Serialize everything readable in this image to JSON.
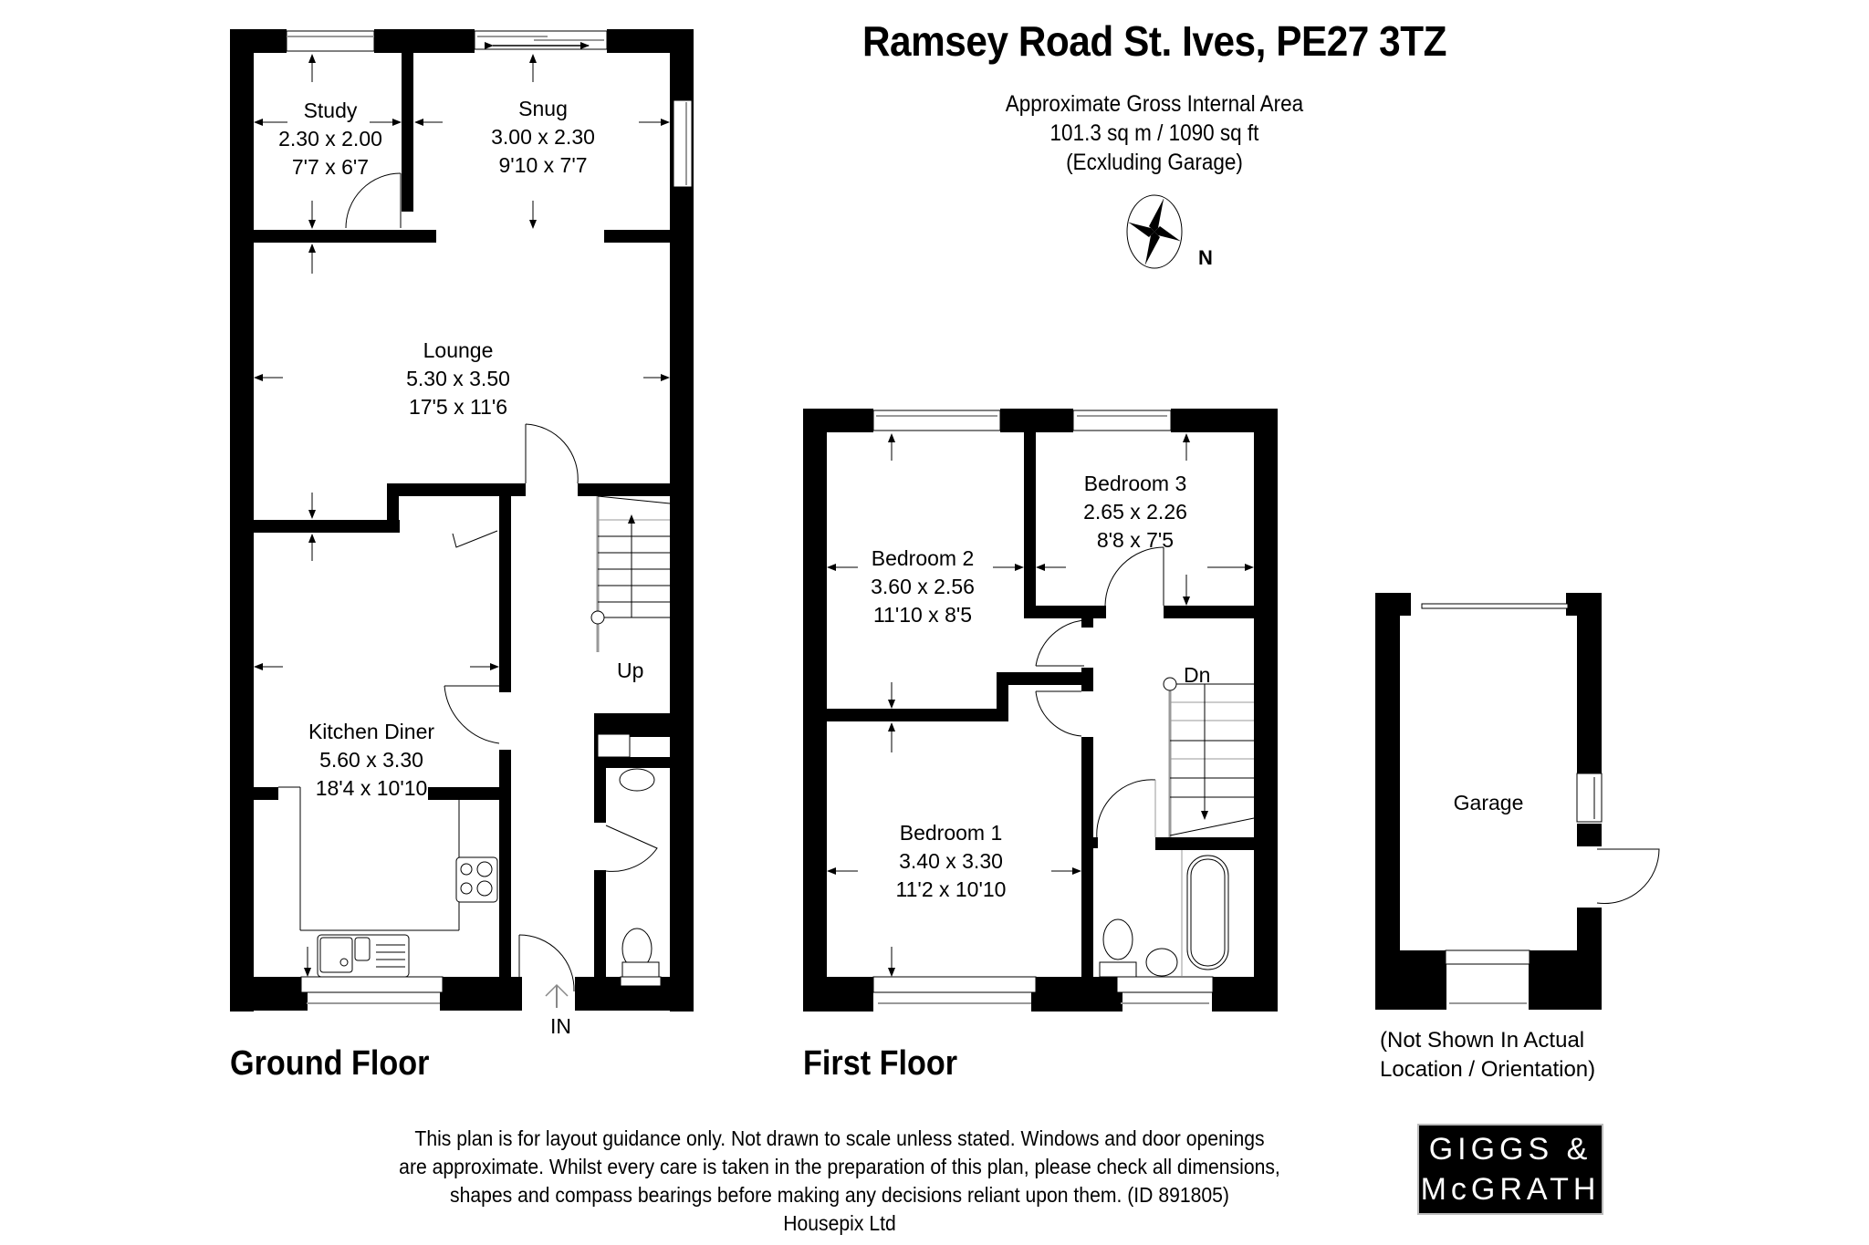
{
  "header": {
    "title": "Ramsey Road St. Ives, PE27 3TZ",
    "area_line1": "Approximate Gross Internal Area",
    "area_line2": "101.3 sq m / 1090 sq ft",
    "area_line3": "(Ecxluding Garage)",
    "compass_label": "N"
  },
  "ground_floor": {
    "label": "Ground Floor",
    "rooms": [
      {
        "name": "Study",
        "metric": "2.30 x 2.00",
        "imperial": "7'7 x 6'7"
      },
      {
        "name": "Snug",
        "metric": "3.00 x 2.30",
        "imperial": "9'10 x 7'7"
      },
      {
        "name": "Lounge",
        "metric": "5.30 x 3.50",
        "imperial": "17'5 x 11'6"
      },
      {
        "name": "Kitchen Diner",
        "metric": "5.60 x 3.30",
        "imperial": "18'4 x 10'10"
      }
    ],
    "stairs_label": "Up",
    "entrance_label": "IN"
  },
  "first_floor": {
    "label": "First Floor",
    "rooms": [
      {
        "name": "Bedroom 2",
        "metric": "3.60 x 2.56",
        "imperial": "11'10 x 8'5"
      },
      {
        "name": "Bedroom 3",
        "metric": "2.65 x 2.26",
        "imperial": "8'8 x 7'5"
      },
      {
        "name": "Bedroom 1",
        "metric": "3.40 x 3.30",
        "imperial": "11'2 x 10'10"
      }
    ],
    "stairs_label": "Dn"
  },
  "garage": {
    "name": "Garage",
    "note_line1": "(Not Shown In Actual",
    "note_line2": "Location / Orientation)"
  },
  "footer": {
    "disclaimer_line1": "This plan is for layout guidance only. Not drawn to scale unless stated. Windows and door openings",
    "disclaimer_line2": "are approximate. Whilst every care is taken in the preparation of this plan, please check all dimensions,",
    "disclaimer_line3": "shapes and compass bearings before making any decisions reliant upon them. (ID 891805)",
    "disclaimer_line4": "Housepix Ltd",
    "logo_line1": "GIGGS &",
    "logo_line2": "McGRATH"
  },
  "colors": {
    "wall": "#000000",
    "background": "#ffffff",
    "fixture_line": "#000000",
    "window_line": "#999999"
  }
}
